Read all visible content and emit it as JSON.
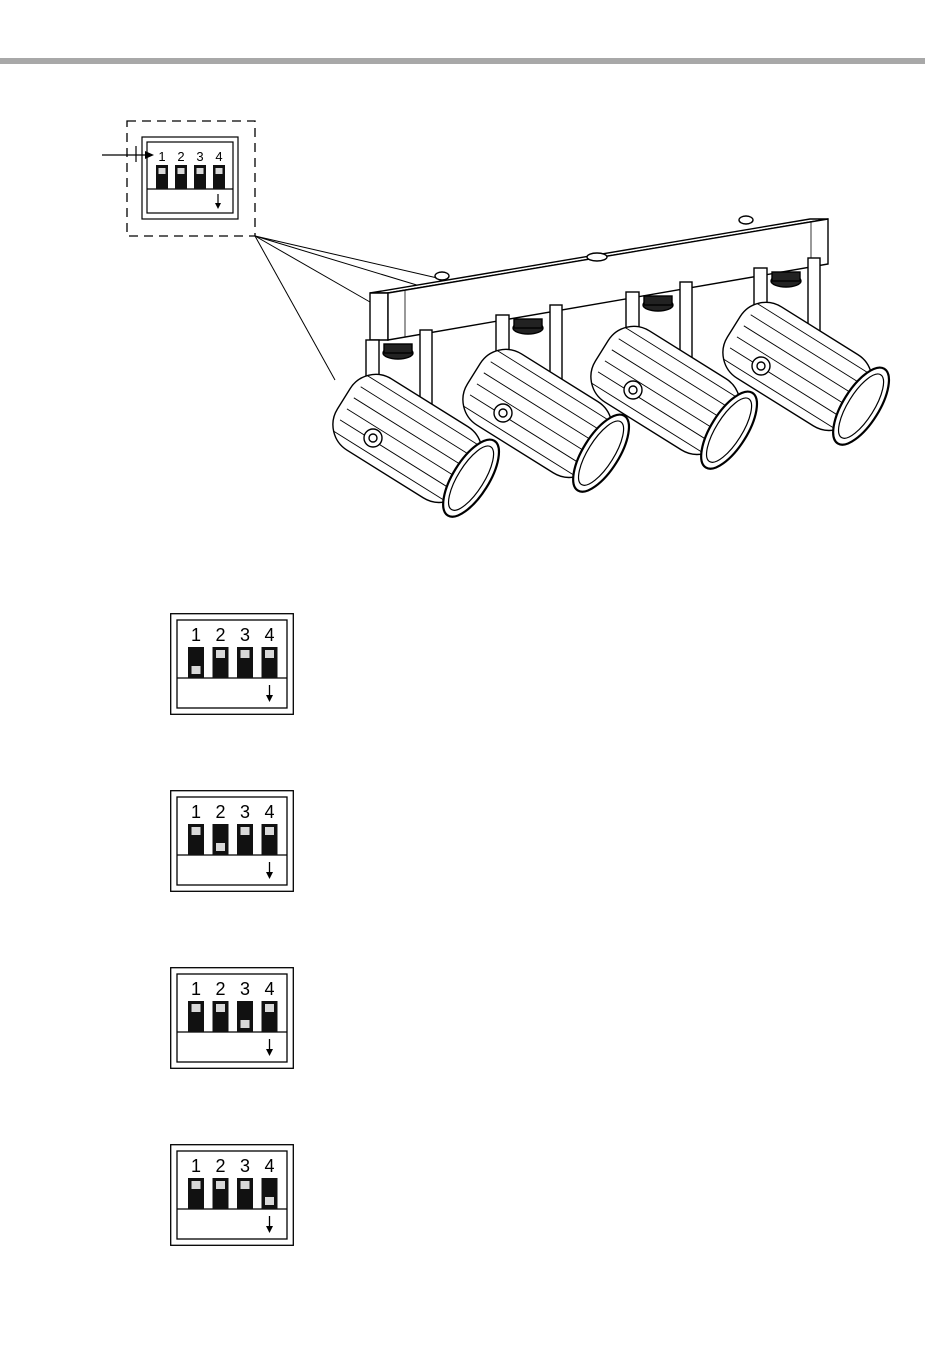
{
  "page": {
    "accent_color": "#a8a8a8",
    "line_color": "#000000",
    "switch_color": "#111111",
    "knob_color": "#d9d9d9"
  },
  "callout_switch": {
    "labels": [
      "1",
      "2",
      "3",
      "4"
    ],
    "positions": [
      "up",
      "up",
      "up",
      "up"
    ]
  },
  "dip_examples": [
    {
      "labels": [
        "1",
        "2",
        "3",
        "4"
      ],
      "positions": [
        "down",
        "up",
        "up",
        "up"
      ]
    },
    {
      "labels": [
        "1",
        "2",
        "3",
        "4"
      ],
      "positions": [
        "up",
        "down",
        "up",
        "up"
      ]
    },
    {
      "labels": [
        "1",
        "2",
        "3",
        "4"
      ],
      "positions": [
        "up",
        "up",
        "down",
        "up"
      ]
    },
    {
      "labels": [
        "1",
        "2",
        "3",
        "4"
      ],
      "positions": [
        "up",
        "up",
        "up",
        "down"
      ]
    }
  ],
  "arrow_symbol": "↓",
  "fixture": {
    "name": "light-bar",
    "fixture_count": 4
  }
}
